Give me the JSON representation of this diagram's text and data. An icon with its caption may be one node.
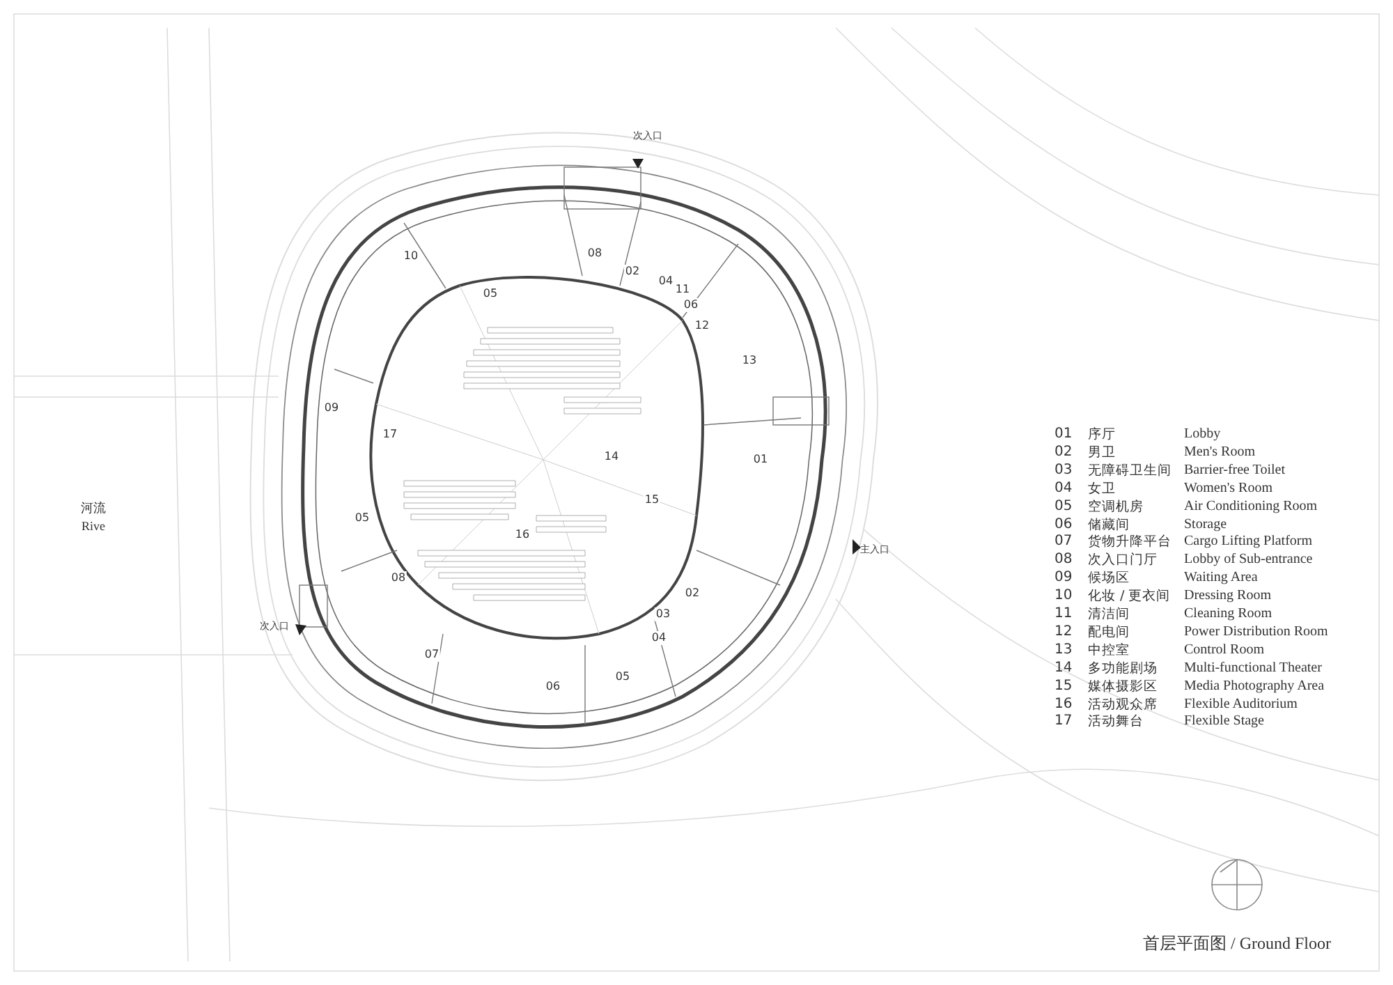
{
  "diagram": {
    "title": "首层平面图 / Ground Floor",
    "labels": [
      "次入口",
      "10",
      "08",
      "02",
      "04",
      "11",
      "05",
      "06",
      "12",
      "13",
      "09",
      "17",
      "14",
      "01",
      "15",
      "河流",
      "Rive",
      "05",
      "16",
      "主入口",
      "08",
      "02",
      "03",
      "次入口",
      "04",
      "07",
      "05",
      "06",
      "01",
      "序厅",
      "Lobby",
      "02",
      "男卫",
      "Men's Room",
      "03",
      "无障碍卫生间",
      "Barrier-free Toilet",
      "04",
      "女卫",
      "Women's Room",
      "05",
      "空调机房",
      "Air Conditioning Room",
      "06",
      "储藏间",
      "Storage",
      "07",
      "货物升降平台",
      "Cargo Lifting Platform",
      "08",
      "次入口门厅",
      "Lobby of Sub-entrance",
      "09",
      "候场区",
      "Waiting Area",
      "10",
      "化妆 / 更衣间",
      "Dressing Room",
      "11",
      "清洁间",
      "Cleaning Room",
      "12",
      "配电间",
      "Power Distribution Room",
      "13",
      "中控室",
      "Control Room",
      "14",
      "多功能剧场",
      "Multi-functional Theater",
      "15",
      "媒体摄影区",
      "Media Photography Area",
      "16",
      "活动观众席",
      "Flexible Auditorium",
      "17",
      "活动舞台",
      "Flexible Stage"
    ]
  }
}
